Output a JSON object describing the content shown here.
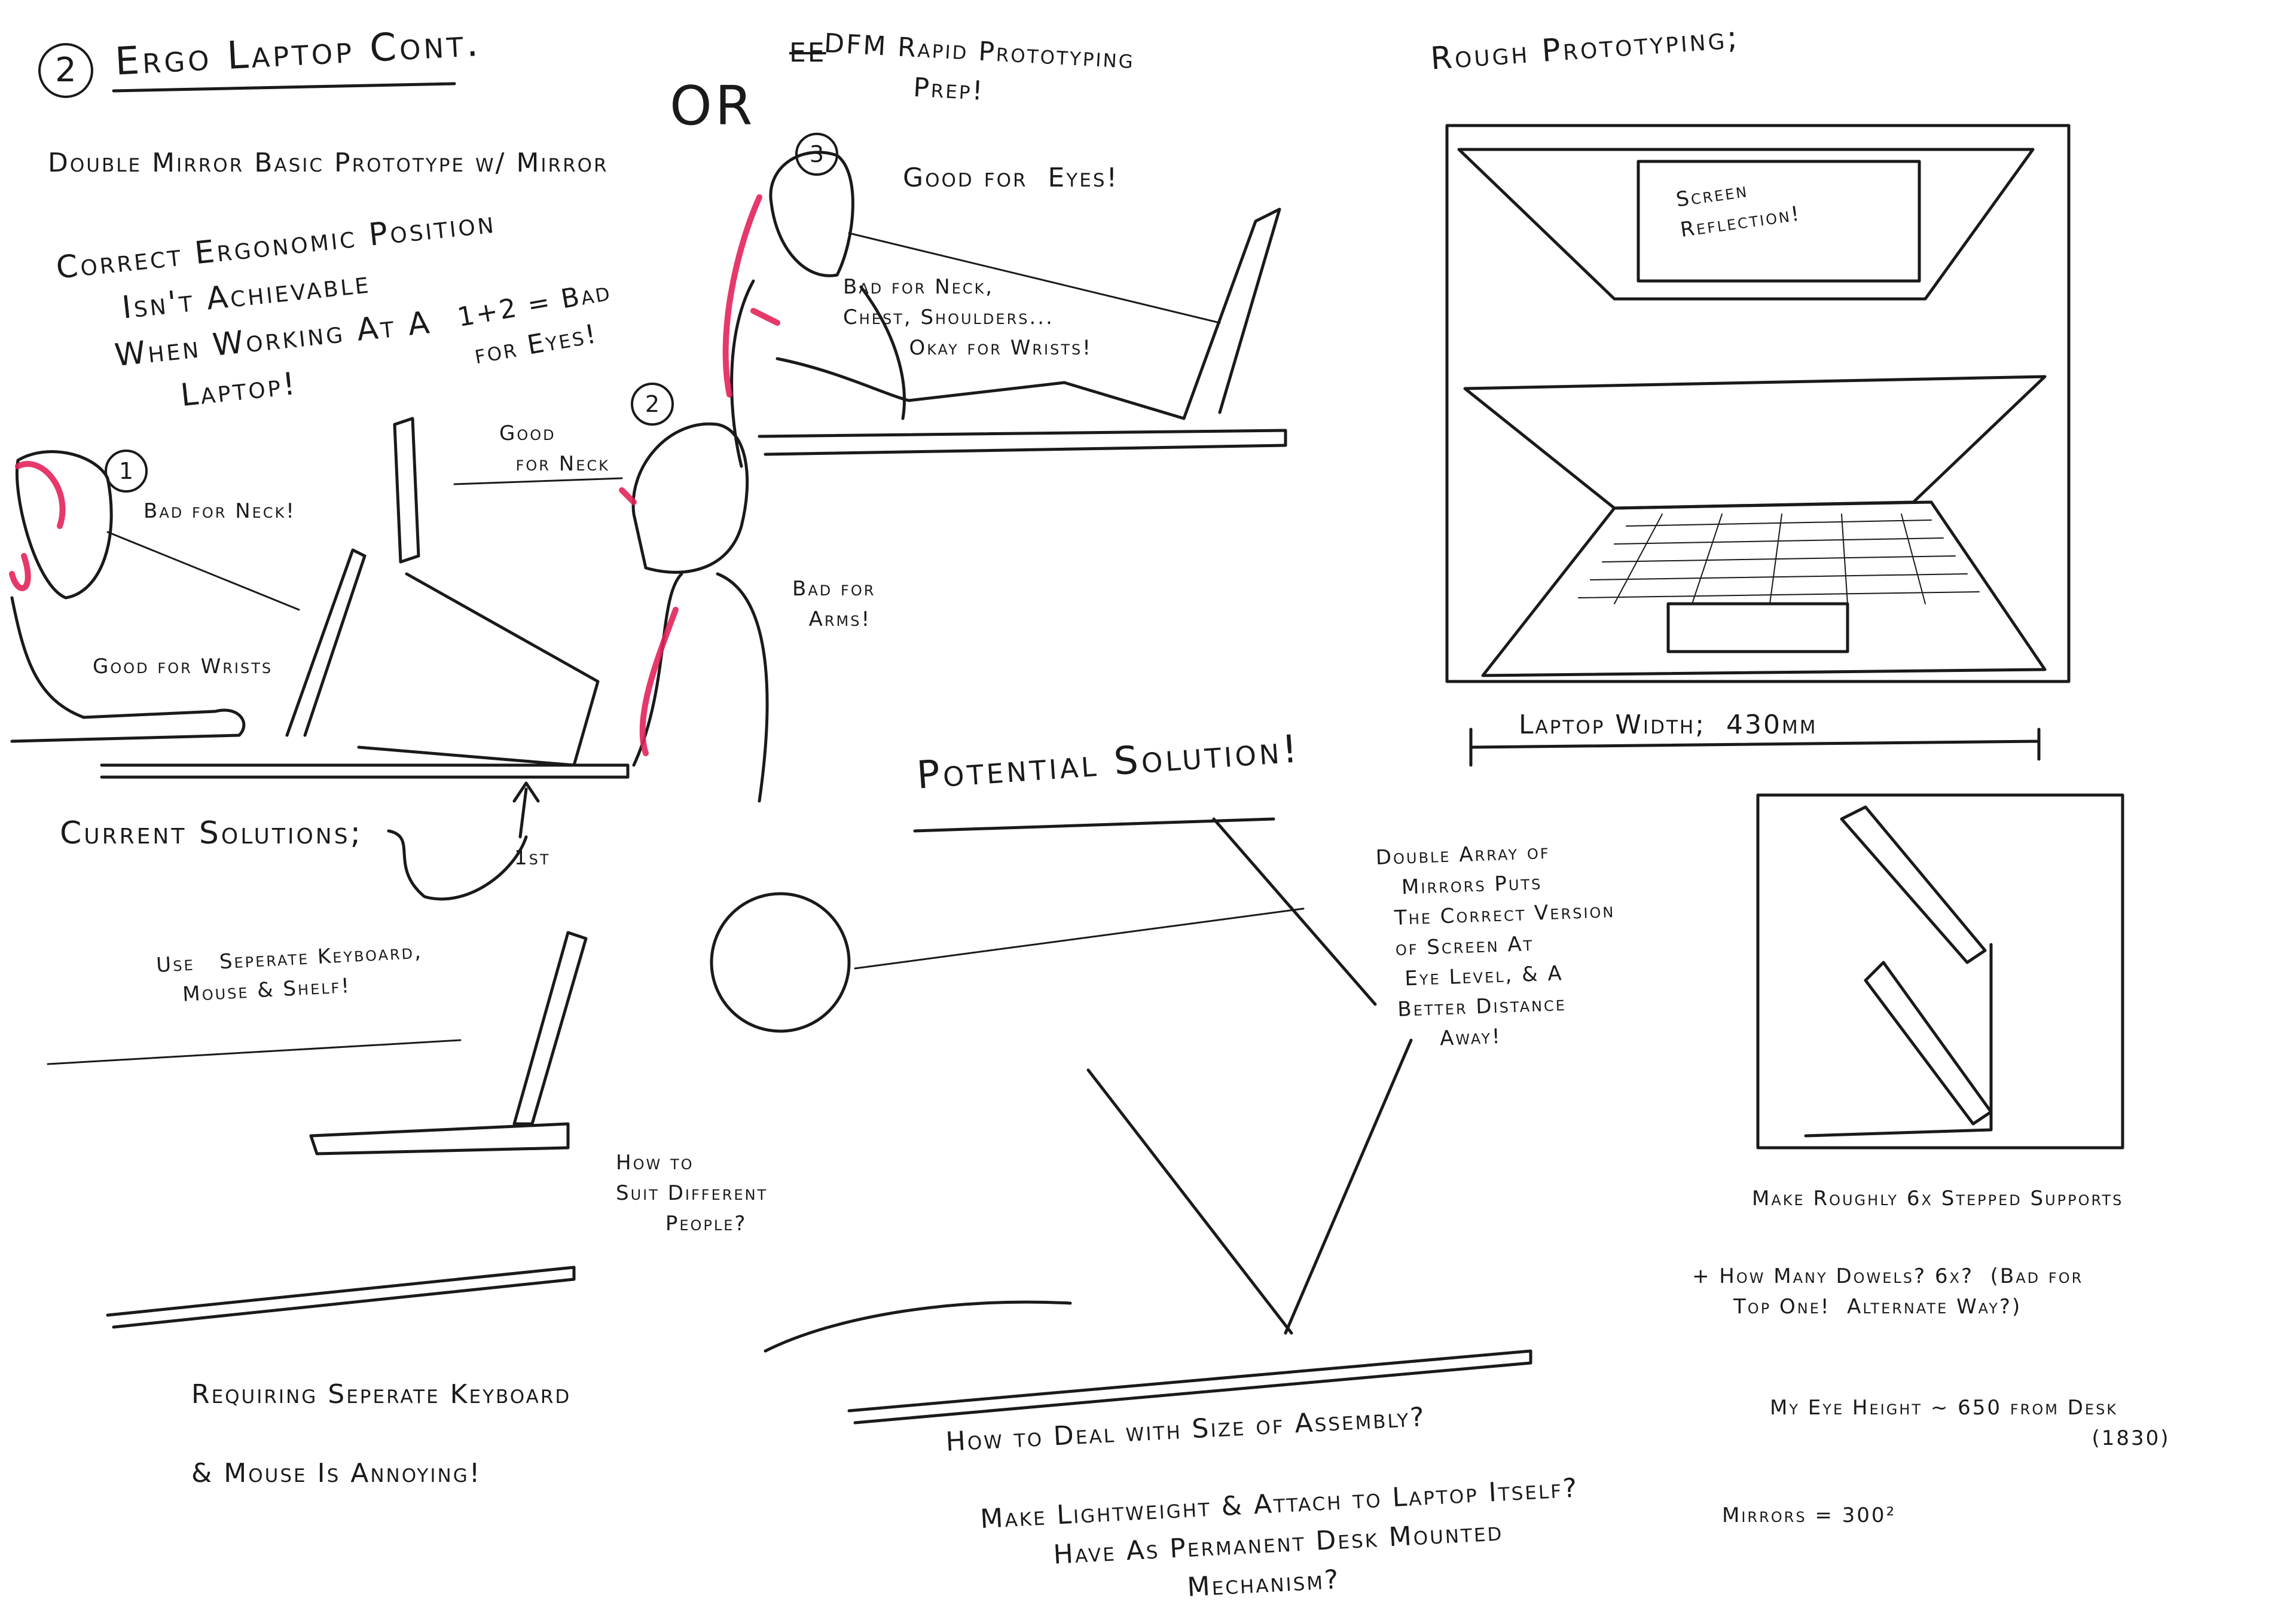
{
  "page": {
    "number": "2",
    "title": "Ergo Laptop Cont.",
    "subtitle": "Double Mirror Basic Prototype w/ Mirror",
    "or_label": "OR",
    "dfm_strike": "EE",
    "dfm_text": "DFM Rapid Prototyping\n         Prep!"
  },
  "ergonomics": {
    "statement": "Correct Ergonomic Position\n     Isn't Achievable\n    When Working At A\n         Laptop!",
    "eyes_note": "1+2 = Bad\n for Eyes!",
    "pose1": {
      "number": "1",
      "neck": "Bad for Neck!",
      "wrists": "Good for Wrists"
    },
    "pose2": {
      "number": "2",
      "neck": "Good\n  for Neck",
      "arms": "Bad for\n  Arms!"
    },
    "pose3": {
      "number": "3",
      "eyes": "Good for  Eyes!",
      "body": "Bad for Neck,\nChest, Shoulders...\n        Okay for Wrists!"
    }
  },
  "current_solutions": {
    "heading": "Current Solutions;",
    "first_label": "1st",
    "use_note": "Use   Seperate Keyboard,\n   Mouse & Shelf!",
    "suit_note": "How to\nSuit Different\n      People?",
    "annoying": "Requiring Seperate Keyboard\n\n& Mouse Is Annoying!"
  },
  "rough_prototyping": {
    "heading": "Rough Prototyping;",
    "screen_label": "Screen\nReflection!",
    "width_label": "Laptop Width;  430mm"
  },
  "potential_solution": {
    "heading": "Potential Solution!",
    "description": "Double Array of\n   Mirrors Puts\n  The Correct Version\n  of Screen At\n   Eye Level, & A\n  Better Distance\n       Away!"
  },
  "supports": {
    "stepped": "Make Roughly 6x Stepped Supports",
    "dowels": "+ How Many Dowels? 6x?  (Bad for\n     Top One!  Alternate Way?)",
    "eye_height": "My Eye Height ~ 650 from Desk\n                                       (1830)",
    "mirrors": "Mirrors = 300²"
  },
  "assembly": {
    "questions": "How to Deal with Size of Assembly?\n\n   Make Lightweight & Attach to Laptop Itself?\n          Have As Permanent Desk Mounted\n                       Mechanism?"
  },
  "colors": {
    "ink": "#1a1a1a",
    "highlight": "#e3245a",
    "paper": "#ffffff"
  }
}
